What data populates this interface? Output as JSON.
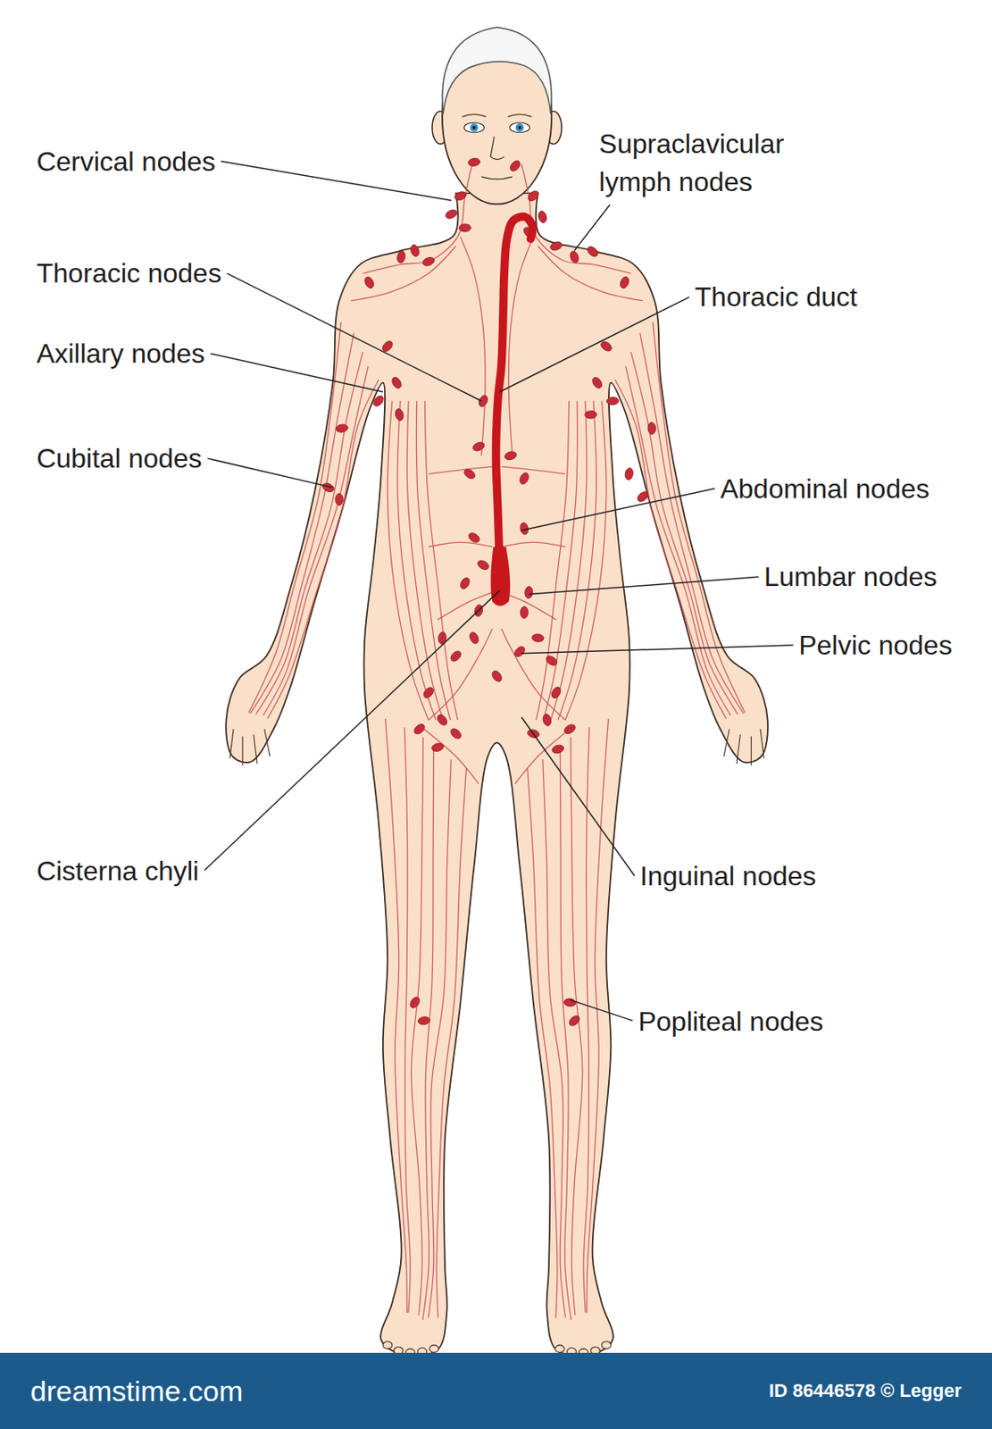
{
  "diagram": {
    "nodes": [
      {
        "text": [
          "dreamstime.com",
          "ID 86446578 © Legger"
        ]
      }
    ],
    "labels": [
      "Cervical nodes",
      "Supraclavicular lymph nodes",
      "Thoracic nodes",
      "Thoracic duct",
      "Axillary nodes",
      "Cubital nodes",
      "Abdominal nodes",
      "Lumbar nodes",
      "Pelvic nodes",
      "Cisterna chyli",
      "Inguinal nodes",
      "Popliteal nodes"
    ]
  }
}
